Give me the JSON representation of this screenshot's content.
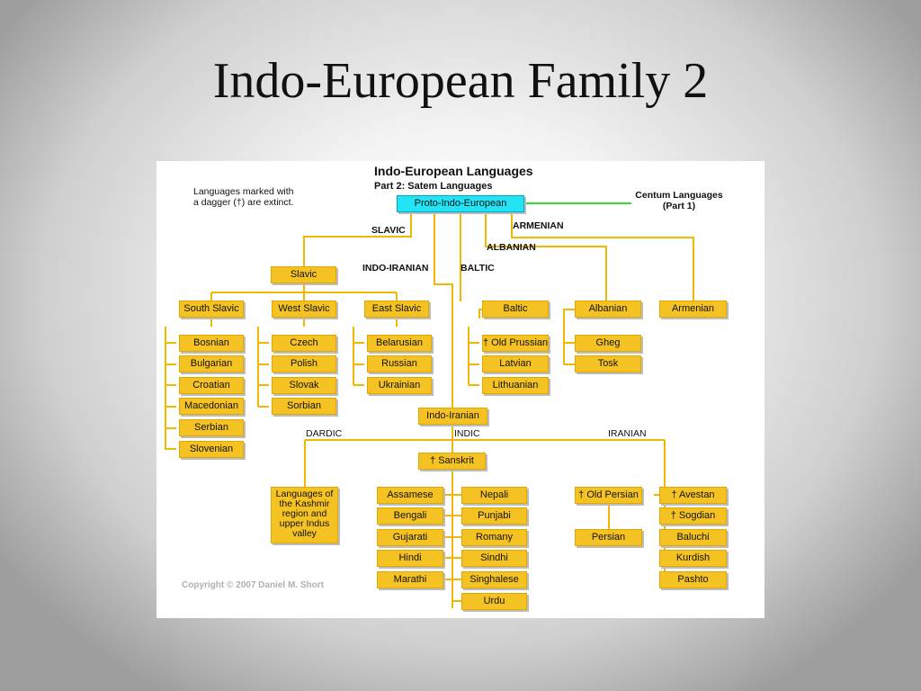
{
  "slide": {
    "title": "Indo-European Family 2"
  },
  "diagram": {
    "title": "Indo-European Languages",
    "subtitle": "Part 2: Satem Languages",
    "note_line1": "Languages marked with",
    "note_line2": "a dagger (†) are extinct.",
    "centum_line1": "Centum Languages",
    "centum_line2": "(Part 1)",
    "copyright": "Copyright © 2007 Daniel M. Short",
    "root": "Proto-Indo-European",
    "branches": {
      "slavic": "SLAVIC",
      "indo_iranian": "INDO-IRANIAN",
      "baltic": "BALTIC",
      "armenian": "ARMENIAN",
      "albanian": "ALBANIAN",
      "dardic": "DARDIC",
      "indic": "INDIC",
      "iranian": "IRANIAN"
    },
    "groups": {
      "slavic": "Slavic",
      "south_slavic": "South Slavic",
      "west_slavic": "West Slavic",
      "east_slavic": "East Slavic",
      "baltic": "Baltic",
      "albanian": "Albanian",
      "armenian": "Armenian",
      "indo_iranian": "Indo-Iranian",
      "sanskrit": "† Sanskrit",
      "old_persian": "† Old Persian",
      "dardic_desc": "Languages of the Kashmir region and upper Indus valley"
    },
    "south_slavic": [
      "Bosnian",
      "Bulgarian",
      "Croatian",
      "Macedonian",
      "Serbian",
      "Slovenian"
    ],
    "west_slavic": [
      "Czech",
      "Polish",
      "Slovak",
      "Sorbian"
    ],
    "east_slavic": [
      "Belarusian",
      "Russian",
      "Ukrainian"
    ],
    "baltic": [
      "† Old Prussian",
      "Latvian",
      "Lithuanian"
    ],
    "albanian": [
      "Gheg",
      "Tosk"
    ],
    "indic_left": [
      "Assamese",
      "Bengali",
      "Gujarati",
      "Hindi",
      "Marathi"
    ],
    "indic_right": [
      "Nepali",
      "Punjabi",
      "Romany",
      "Sindhi",
      "Singhalese",
      "Urdu"
    ],
    "persian": [
      "Persian"
    ],
    "iranian_right": [
      "† Avestan",
      "† Sogdian",
      "Baluchi",
      "Kurdish",
      "Pashto"
    ]
  }
}
